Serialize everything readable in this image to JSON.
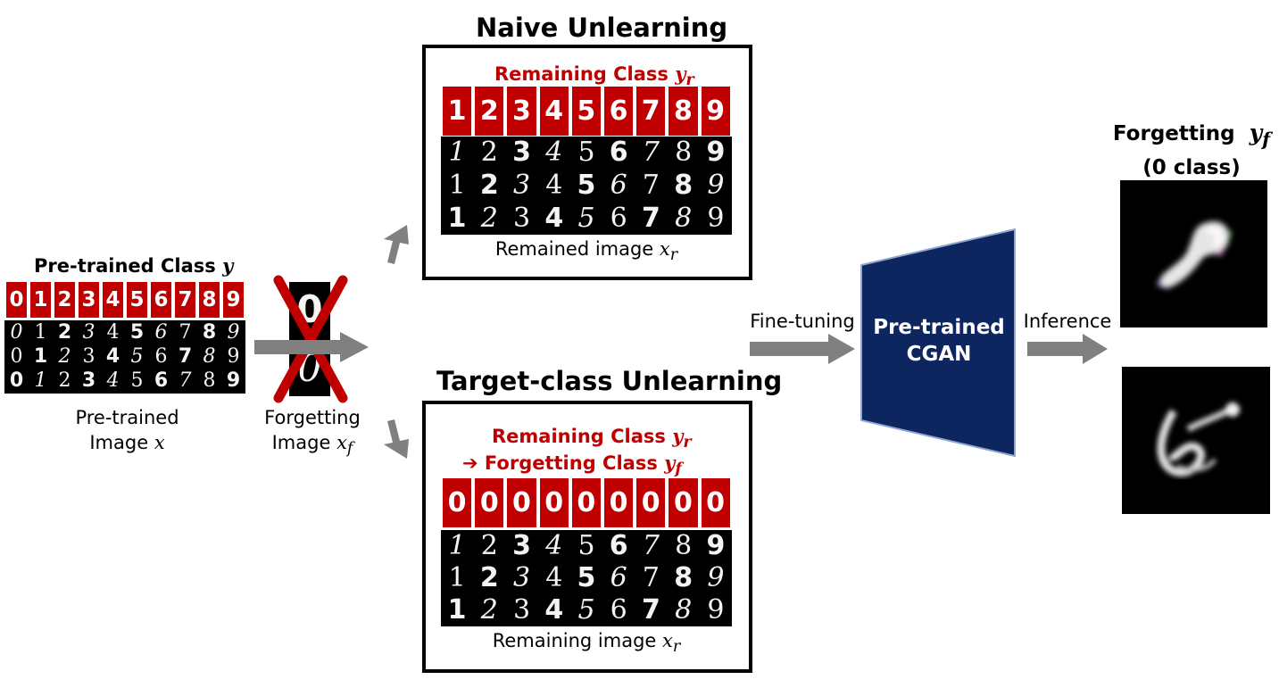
{
  "naive": {
    "title": "Naive Unlearning",
    "class_label": "Remaining Class",
    "class_symbol": "y",
    "class_sub": "r",
    "classes": [
      "1",
      "2",
      "3",
      "4",
      "5",
      "6",
      "7",
      "8",
      "9"
    ],
    "image_label": "Remained image",
    "image_symbol": "x",
    "image_sub": "r"
  },
  "target": {
    "title": "Target-class Unlearning",
    "line1_label": "Remaining Class",
    "line1_symbol": "y",
    "line1_sub": "r",
    "line2_arrow": "➔",
    "line2_label": "Forgetting Class",
    "line2_symbol": "y",
    "line2_sub": "f",
    "classes": [
      "0",
      "0",
      "0",
      "0",
      "0",
      "0",
      "0",
      "0",
      "0"
    ],
    "image_label": "Remaining image",
    "image_symbol": "x",
    "image_sub": "r"
  },
  "pretrained": {
    "class_label": "Pre-trained Class",
    "class_symbol": "y",
    "classes": [
      "0",
      "1",
      "2",
      "3",
      "4",
      "5",
      "6",
      "7",
      "8",
      "9"
    ],
    "image_line1": "Pre-trained",
    "image_line2": "Image",
    "image_symbol": "x"
  },
  "forgetting_input": {
    "line1": "Forgetting",
    "line2": "Image",
    "symbol": "x",
    "sub": "f"
  },
  "model": {
    "line1": "Pre-trained",
    "line2": "CGAN",
    "color": "#0e2660"
  },
  "fine_tuning_label": "Fine-tuning",
  "inference_label": "Inference",
  "output": {
    "line1": "Forgetting",
    "symbol": "y",
    "sub": "f",
    "line2": "(0 class)"
  },
  "colors": {
    "accent_red": "#c00000",
    "arrow_gray": "#808080",
    "model_navy": "#0e2660"
  }
}
